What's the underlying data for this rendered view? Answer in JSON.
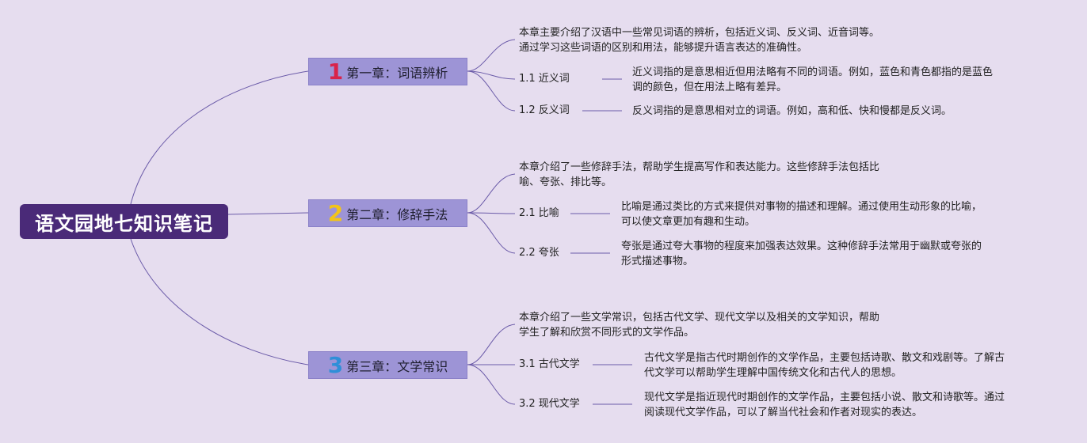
{
  "root": {
    "title": "语文园地七知识笔记"
  },
  "colors": {
    "background": "#e6ddef",
    "root_fill": "#4a2a78",
    "chapter_fill": "#9d94d6",
    "line": "#6a5aa8",
    "num1": "#d9234a",
    "num2": "#f2c419",
    "num3": "#2f8fd8"
  },
  "chapters": [
    {
      "num": "1",
      "label": "第一章：词语辨析",
      "summary": "本章主要介绍了汉语中一些常见词语的辨析，包括近义词、反义词、近音词等。\n通过学习这些词语的区别和用法，能够提升语言表达的准确性。",
      "subtopics": [
        {
          "label": "1.1 近义词",
          "desc": "近义词指的是意思相近但用法略有不同的词语。例如，蓝色和青色都指的是蓝色\n调的颜色，但在用法上略有差异。"
        },
        {
          "label": "1.2 反义词",
          "desc": "反义词指的是意思相对立的词语。例如，高和低、快和慢都是反义词。"
        }
      ]
    },
    {
      "num": "2",
      "label": "第二章：修辞手法",
      "summary": "本章介绍了一些修辞手法，帮助学生提高写作和表达能力。这些修辞手法包括比\n喻、夸张、排比等。",
      "subtopics": [
        {
          "label": "2.1 比喻",
          "desc": "比喻是通过类比的方式来提供对事物的描述和理解。通过使用生动形象的比喻，\n可以使文章更加有趣和生动。"
        },
        {
          "label": "2.2 夸张",
          "desc": "夸张是通过夸大事物的程度来加强表达效果。这种修辞手法常用于幽默或夸张的\n形式描述事物。"
        }
      ]
    },
    {
      "num": "3",
      "label": "第三章：文学常识",
      "summary": "本章介绍了一些文学常识，包括古代文学、现代文学以及相关的文学知识，帮助\n学生了解和欣赏不同形式的文学作品。",
      "subtopics": [
        {
          "label": "3.1 古代文学",
          "desc": "古代文学是指古代时期创作的文学作品，主要包括诗歌、散文和戏剧等。了解古\n代文学可以帮助学生理解中国传统文化和古代人的思想。"
        },
        {
          "label": "3.2 现代文学",
          "desc": "现代文学是指近现代时期创作的文学作品，主要包括小说、散文和诗歌等。通过\n阅读现代文学作品，可以了解当代社会和作者对现实的表达。"
        }
      ]
    }
  ]
}
